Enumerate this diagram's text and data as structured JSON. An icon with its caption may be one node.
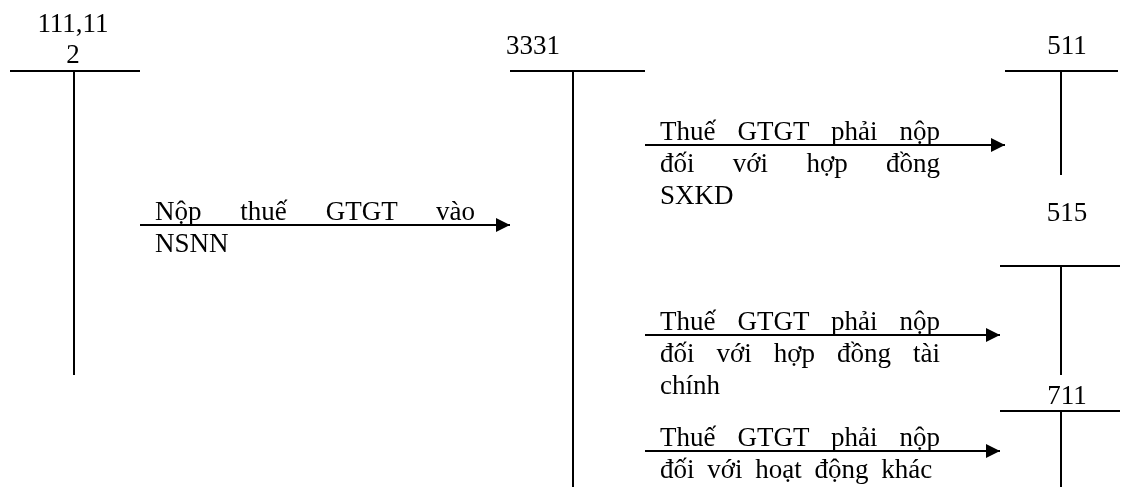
{
  "diagram": {
    "nodes": [
      {
        "text": [
          "111,112"
        ]
      },
      {
        "text": [
          "3331"
        ]
      },
      {
        "text": [
          "511"
        ]
      },
      {
        "text": [
          "515"
        ]
      },
      {
        "text": [
          "711"
        ]
      }
    ],
    "edges": [
      {
        "from": 0,
        "to": 1,
        "arrow": "to",
        "label": "Nộp thuế GTGT vào NSNN"
      },
      {
        "from": 1,
        "to": 2,
        "arrow": "to",
        "label": "Thuế GTGT phải nộp đối với hợp đồng SXKD"
      },
      {
        "from": 1,
        "to": 3,
        "arrow": "to",
        "label": "Thuế GTGT phải nộp đối với hợp đồng tài chính"
      },
      {
        "from": 1,
        "to": 4,
        "arrow": "to",
        "label": "Thuế GTGT phải nộp đối với hoạt động khác"
      }
    ]
  }
}
